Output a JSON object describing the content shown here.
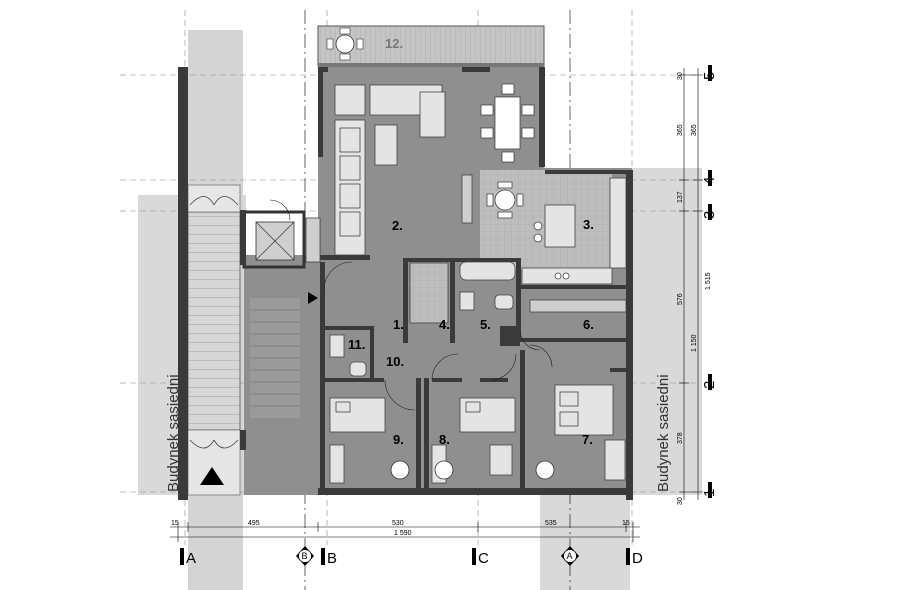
{
  "rooms": [
    {
      "id": "2",
      "label": "2."
    },
    {
      "id": "3",
      "label": "3."
    },
    {
      "id": "1",
      "label": "1."
    },
    {
      "id": "4",
      "label": "4."
    },
    {
      "id": "5",
      "label": "5."
    },
    {
      "id": "6",
      "label": "6."
    },
    {
      "id": "11",
      "label": "11."
    },
    {
      "id": "10",
      "label": "10."
    },
    {
      "id": "9",
      "label": "9."
    },
    {
      "id": "8",
      "label": "8."
    },
    {
      "id": "7",
      "label": "7."
    },
    {
      "id": "12",
      "label": "12."
    }
  ],
  "neighbor_label": "Budynek sasiedni",
  "grid_axes": {
    "horizontal": [
      "5",
      "4",
      "3",
      "2",
      "1"
    ],
    "vertical": [
      "A",
      "B",
      "C",
      "D"
    ],
    "section_markers": [
      "B",
      "A"
    ]
  },
  "dimensions": {
    "bottom_segments": [
      "15",
      "495",
      "530",
      "535",
      "15"
    ],
    "bottom_total": "1 590",
    "right_inner": [
      "30",
      "365",
      "137",
      "576",
      "378",
      "30"
    ],
    "right_middle": [
      "365",
      "1 150"
    ],
    "right_outer": [
      "1 515"
    ]
  },
  "colors": {
    "background": "#ffffff",
    "floor": "#8f8f8f",
    "wall": "#3a3a3a",
    "grey_zone": "#d9d9d9",
    "furniture": "#e4e4e4",
    "tile": "#bdbdbd"
  }
}
